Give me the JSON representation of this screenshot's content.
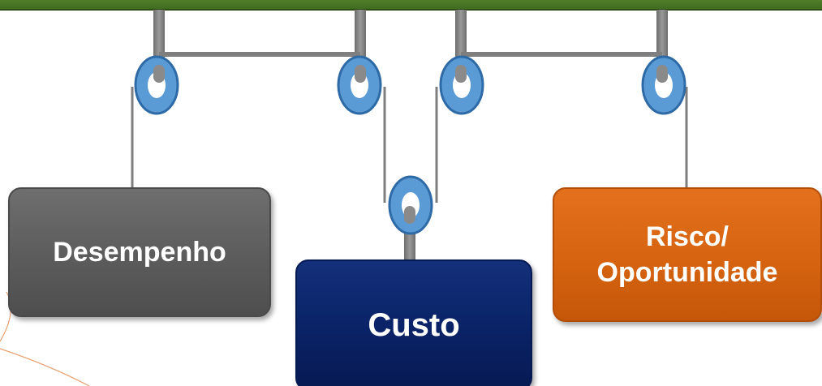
{
  "diagram": {
    "boxes": {
      "desempenho": {
        "label": "Desempenho",
        "color": "#5e5e5e"
      },
      "custo": {
        "label": "Custo",
        "color": "#0a2266"
      },
      "risco": {
        "line1": "Risco/",
        "line2": "Oportunidade",
        "color": "#d4620f"
      }
    },
    "beam_color": "#4f7a2a",
    "pulley_color": "#5b9bd5",
    "rope_color": "#7f7f7f"
  }
}
